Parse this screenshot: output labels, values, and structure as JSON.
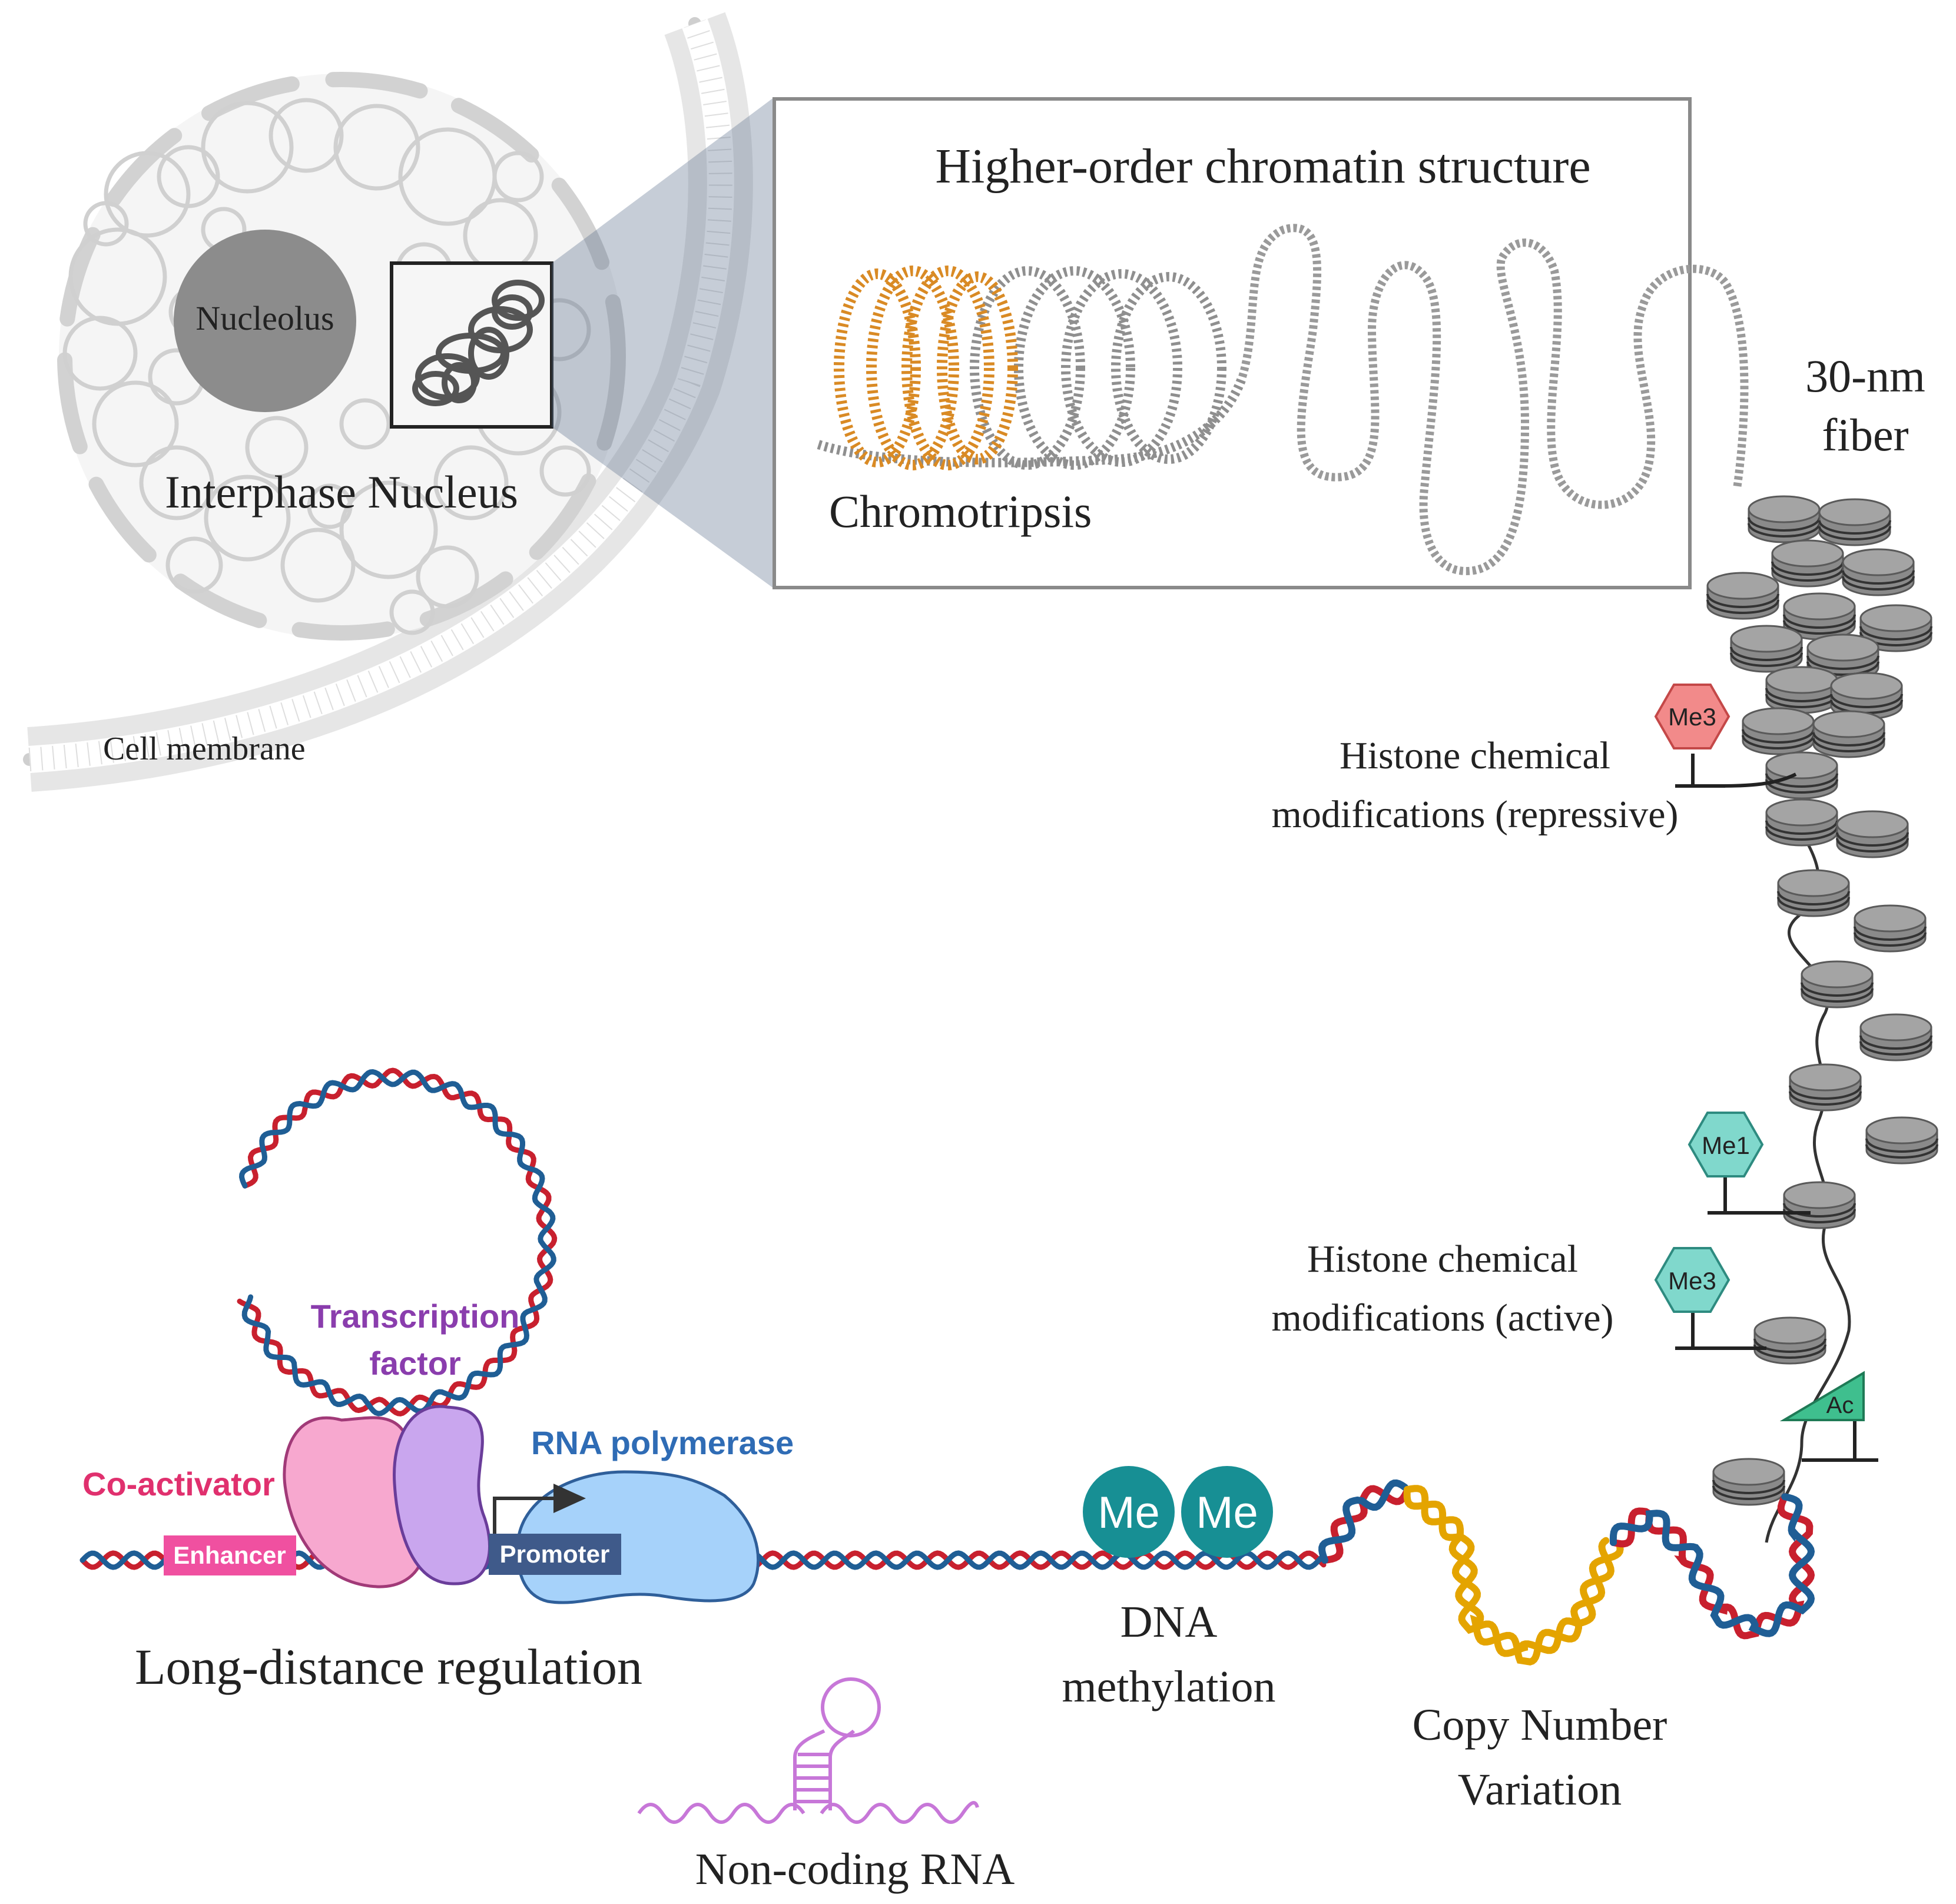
{
  "labels": {
    "nucleolus": "Nucleolus",
    "interphase_nucleus": "Interphase Nucleus",
    "cell_membrane": "Cell membrane",
    "higher_order": "Higher-order chromatin structure",
    "chromotripsis": "Chromotripsis",
    "fiber_line1": "30-nm",
    "fiber_line2": "fiber",
    "repressive_line1": "Histone chemical",
    "repressive_line2": "modifications (repressive)",
    "active_line1": "Histone chemical",
    "active_line2": "modifications (active)",
    "transcription_factor_line1": "Transcription",
    "transcription_factor_line2": "factor",
    "rna_polymerase": "RNA polymerase",
    "co_activator": "Co-activator",
    "enhancer": "Enhancer",
    "promoter": "Promoter",
    "long_distance": "Long-distance regulation",
    "dna_methylation_line1": "DNA",
    "dna_methylation_line2": "methylation",
    "cnv_line1": "Copy Number",
    "cnv_line2": "Variation",
    "non_coding_rna": "Non-coding RNA",
    "me_left": "Me",
    "me_right": "Me",
    "tag_me3_repressive": "Me3",
    "tag_me1": "Me1",
    "tag_me3_active": "Me3",
    "tag_ac": "Ac"
  },
  "colors": {
    "dna_red": "#c8202e",
    "dna_blue": "#1f5e95",
    "cnv_yellow": "#e4a400",
    "chromotripsis_orange": "#d98a24",
    "nucleosome_gray": "#8c8c8c",
    "co_activator_pink": "#f7a8cf",
    "transcription_factor_purple": "#c9a6ee",
    "rna_polymerase_blue": "#a6d2fa",
    "enhancer_pink": "#f050a0",
    "promoter_navy": "#3f5a8a",
    "methyl_teal": "#178f94",
    "repressive_tag_red": "#f28a8a",
    "active_tag_teal": "#80d8cc",
    "ncrna_violet": "#c777d8",
    "tf_label_purple": "#8a3dad",
    "rnapol_label_blue": "#2f6cb5",
    "coactivator_label_pink": "#e0306e"
  }
}
